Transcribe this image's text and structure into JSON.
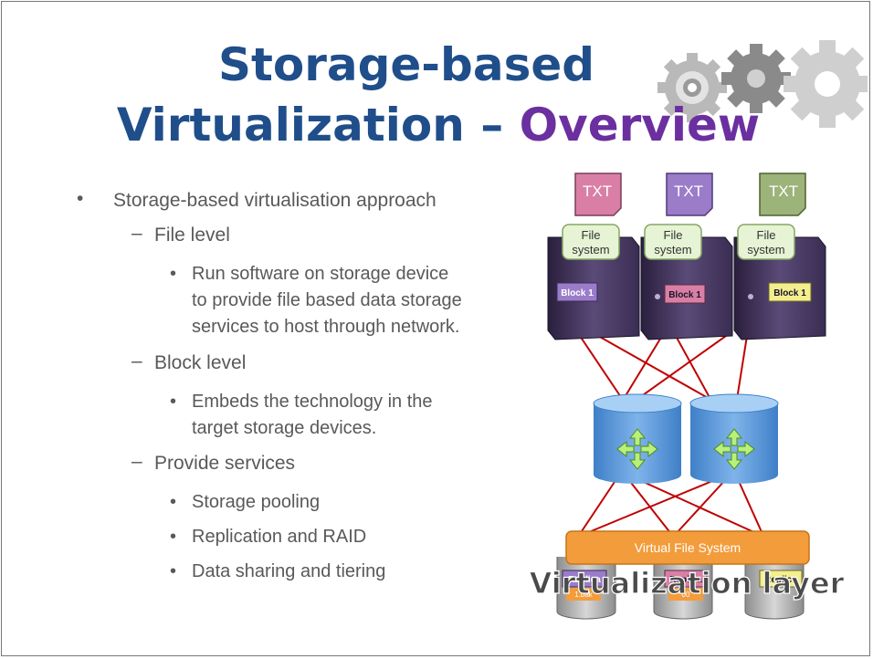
{
  "slide": {
    "title_line1": "Storage-based",
    "title_line2_a": "Virtualization – ",
    "title_line2_b": "Overview",
    "colors": {
      "title_blue": "#1f4e8a",
      "title_purple": "#6b2fa0",
      "body_text": "#595959",
      "link_red": "#c00000",
      "vfs_orange": "#f39c3b"
    }
  },
  "bullets": {
    "main": "Storage-based virtualisation approach",
    "file_level": "File level",
    "file_level_desc_1": "Run software on storage device",
    "file_level_desc_2": "to provide file based data storage",
    "file_level_desc_3": "services to host through network.",
    "block_level": "Block level",
    "block_level_desc_1": "Embeds the technology in the",
    "block_level_desc_2": "target storage devices.",
    "provide_services": "Provide services",
    "service_1": "Storage pooling",
    "service_2": "Replication and RAID",
    "service_3": "Data sharing and tiering"
  },
  "diagram": {
    "doc_label": "TXT",
    "fs_line1": "File",
    "fs_line2": "system",
    "block_label": "Block 1",
    "vfs_label": "Virtual File System",
    "replica_label": "Replica",
    "replica_sub_1": "1.bak",
    "replica_sub_2": "00",
    "layer_label": "Virtualization layer",
    "icons": [
      "document-icon",
      "server-icon",
      "router-icon",
      "disk-icon",
      "gear-icon"
    ]
  }
}
